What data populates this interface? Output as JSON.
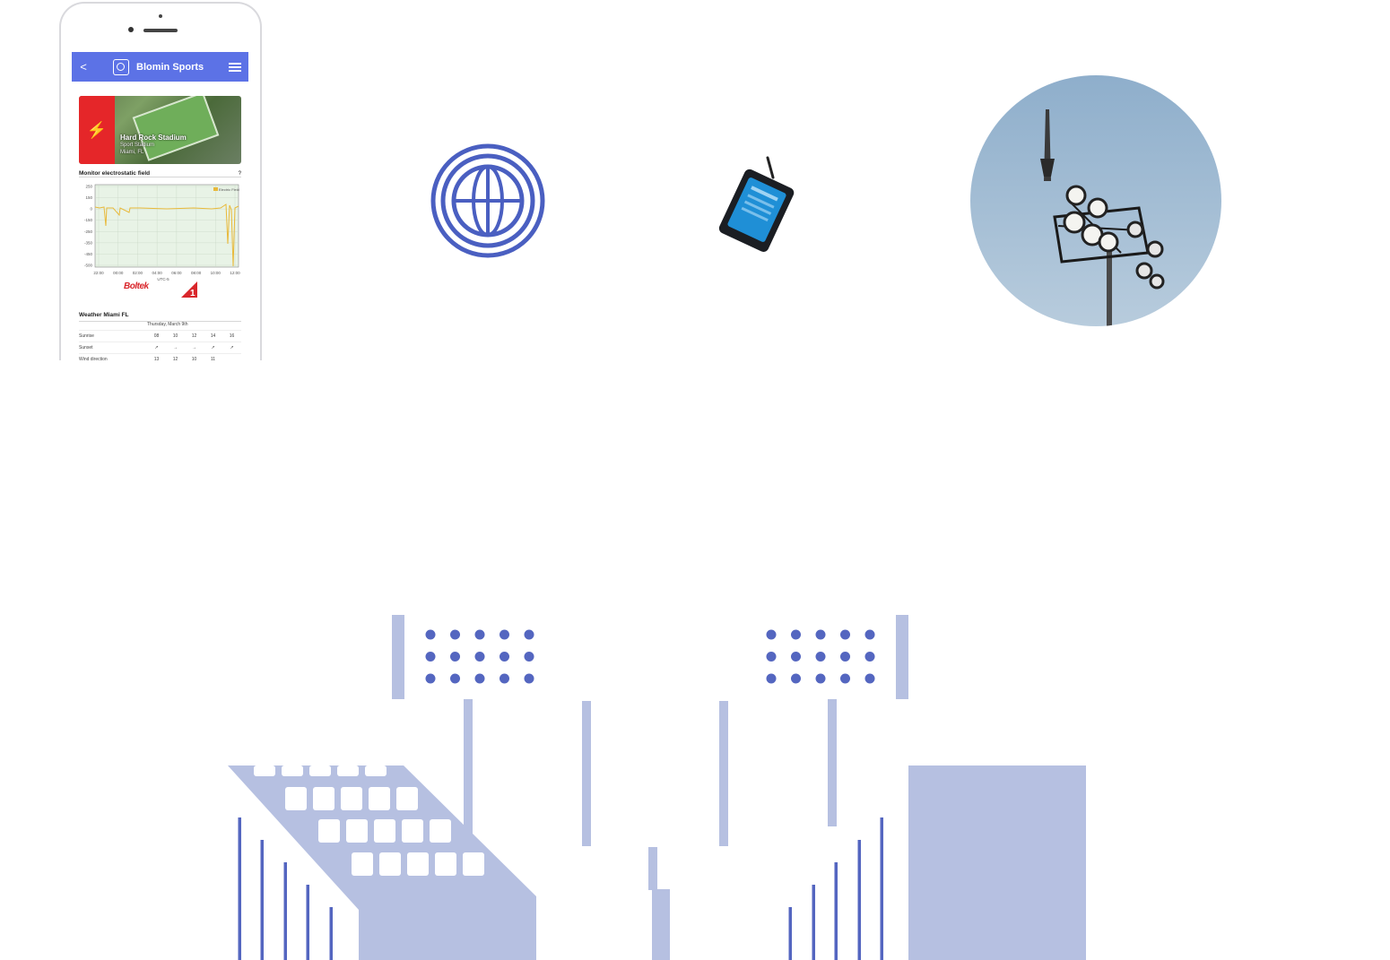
{
  "phone": {
    "app_title": "Blomin Sports",
    "back_icon": "chevron-left-icon",
    "menu_icon": "hamburger-menu-icon",
    "hero": {
      "name": "Hard Rock Stadium",
      "subtitle": "Sport Stadium",
      "location": "Miami, FL"
    },
    "chart_section": {
      "title": "Monitor electrostatic field",
      "legend": "Electric Field",
      "y_ticks": [
        "250",
        "150",
        "0",
        "-150",
        "-250",
        "-350",
        "-450",
        "-500"
      ],
      "x_ticks": [
        "22:00",
        "00:00",
        "02:00",
        "04:00",
        "06:00",
        "08:00",
        "10:00",
        "12:00"
      ],
      "x_axis_label": "UTC-5",
      "line_color": "#e8b93a"
    },
    "brand": "Boltek",
    "weather_section": {
      "title": "Weather Miami FL",
      "date": "Thursday, March 9th",
      "rows": [
        {
          "label": "Sunrise",
          "values": [
            "08",
            "10",
            "12",
            "14",
            "16"
          ]
        },
        {
          "label": "Sunset",
          "values": [
            "↗",
            "→",
            "→",
            "↗",
            "↗"
          ]
        },
        {
          "label": "Wind direction",
          "values": [
            "13",
            "12",
            "10",
            "11",
            ""
          ]
        }
      ]
    }
  },
  "icons": {
    "globe": "globe-icon",
    "sensor": "field-sensor-device-icon",
    "floodlight": "stadium-floodlight-photo"
  },
  "colors": {
    "accent": "#5c72e6",
    "illustration_fill": "#b6c0e1",
    "illustration_line": "#5466c0",
    "sky": "#93b2ce"
  }
}
